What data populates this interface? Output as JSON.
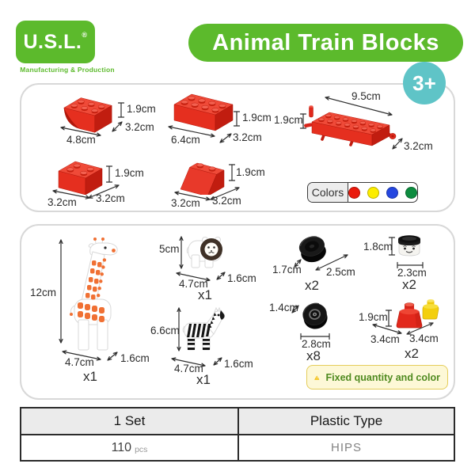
{
  "theme": {
    "brand_green": "#5cba2c",
    "badge_teal": "#5fc4c7",
    "brick_red": "#e52e1e",
    "panel_border": "#d8d8d8",
    "note_bg": "#fdf8d7",
    "note_border": "#e5cd5a",
    "note_text_green": "#4f8a1f"
  },
  "logo": {
    "name": "U.S.L.",
    "registered_mark": "®",
    "tagline": "Manufacturing & Production"
  },
  "header": {
    "title": "Animal Train Blocks",
    "age_badge": "3+"
  },
  "colors_legend": {
    "label": "Colors",
    "swatches": [
      {
        "name": "red",
        "hex": "#ea1a0c"
      },
      {
        "name": "yellow",
        "hex": "#fced00"
      },
      {
        "name": "blue",
        "hex": "#2547e0"
      },
      {
        "name": "green",
        "hex": "#0d8c3f"
      }
    ]
  },
  "bricks_panel": {
    "items": [
      {
        "name": "curve-slope-brick",
        "width": "4.8cm",
        "height": "1.9cm",
        "depth": "3.2cm"
      },
      {
        "name": "rect-brick-2x4",
        "width": "6.4cm",
        "height": "1.9cm",
        "depth": "3.2cm"
      },
      {
        "name": "train-base-brick",
        "width": "9.5cm",
        "height": "1.9cm",
        "depth": "3.2cm"
      },
      {
        "name": "square-brick-2x2",
        "width": "3.2cm",
        "height": "1.9cm",
        "depth": "3.2cm"
      },
      {
        "name": "slope-brick-2x2",
        "width": "3.2cm",
        "height": "1.9cm",
        "depth": "3.2cm"
      }
    ]
  },
  "figures_panel": {
    "items": [
      {
        "name": "giraffe",
        "height": "12cm",
        "width": "4.7cm",
        "depth": "1.6cm",
        "qty": "x1"
      },
      {
        "name": "lion",
        "height": "5cm",
        "width": "4.7cm",
        "depth": "1.6cm",
        "qty": "x1"
      },
      {
        "name": "zebra",
        "height": "6.6cm",
        "width": "4.7cm",
        "depth": "1.6cm",
        "qty": "x1"
      },
      {
        "name": "wheel-large",
        "height": "1.7cm",
        "diameter": "2.5cm",
        "qty": "x2"
      },
      {
        "name": "conductor-head",
        "height": "1.8cm",
        "diameter": "2.3cm",
        "qty": "x2"
      },
      {
        "name": "wheel-small",
        "height": "1.4cm",
        "diameter": "2.8cm",
        "qty": "x8"
      },
      {
        "name": "red-yellow-bricks",
        "height": "1.9cm",
        "width": "3.4cm",
        "depth": "3.4cm",
        "qty": "x2"
      }
    ],
    "note": "Fixed quantity and color"
  },
  "spec_table": {
    "col1_header": "1 Set",
    "col2_header": "Plastic Type",
    "qty_value": "110",
    "qty_unit": "pcs",
    "material": "HIPS"
  }
}
